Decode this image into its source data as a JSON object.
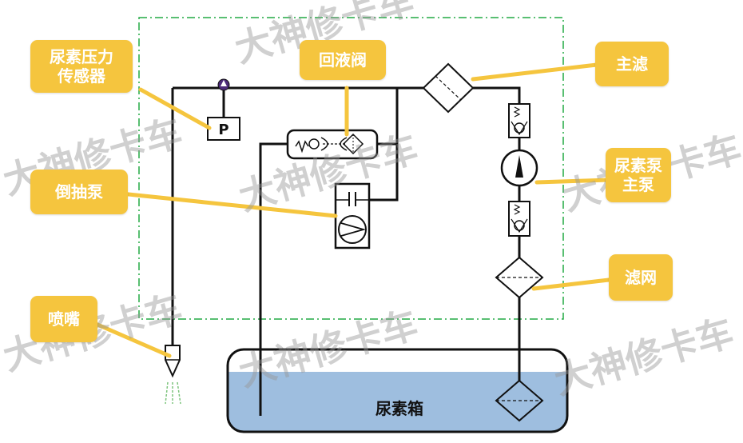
{
  "labels": {
    "urea_pressure_sensor": [
      "尿素压力",
      "传感器"
    ],
    "return_valve": "回液阀",
    "main_filter": "主滤",
    "reverse_pump": "倒抽泵",
    "urea_main_pump": [
      "尿素泵",
      "主泵"
    ],
    "nozzle": "喷嘴",
    "strainer": "滤网",
    "urea_tank": "尿素箱",
    "pressure_symbol": "P"
  },
  "watermark": "大神修卡车",
  "colors": {
    "callout": "#f5c53e",
    "tank_liquid": "#9ebedf",
    "boundary": "#22aa44",
    "sensor_dot": "#4b2a78"
  }
}
